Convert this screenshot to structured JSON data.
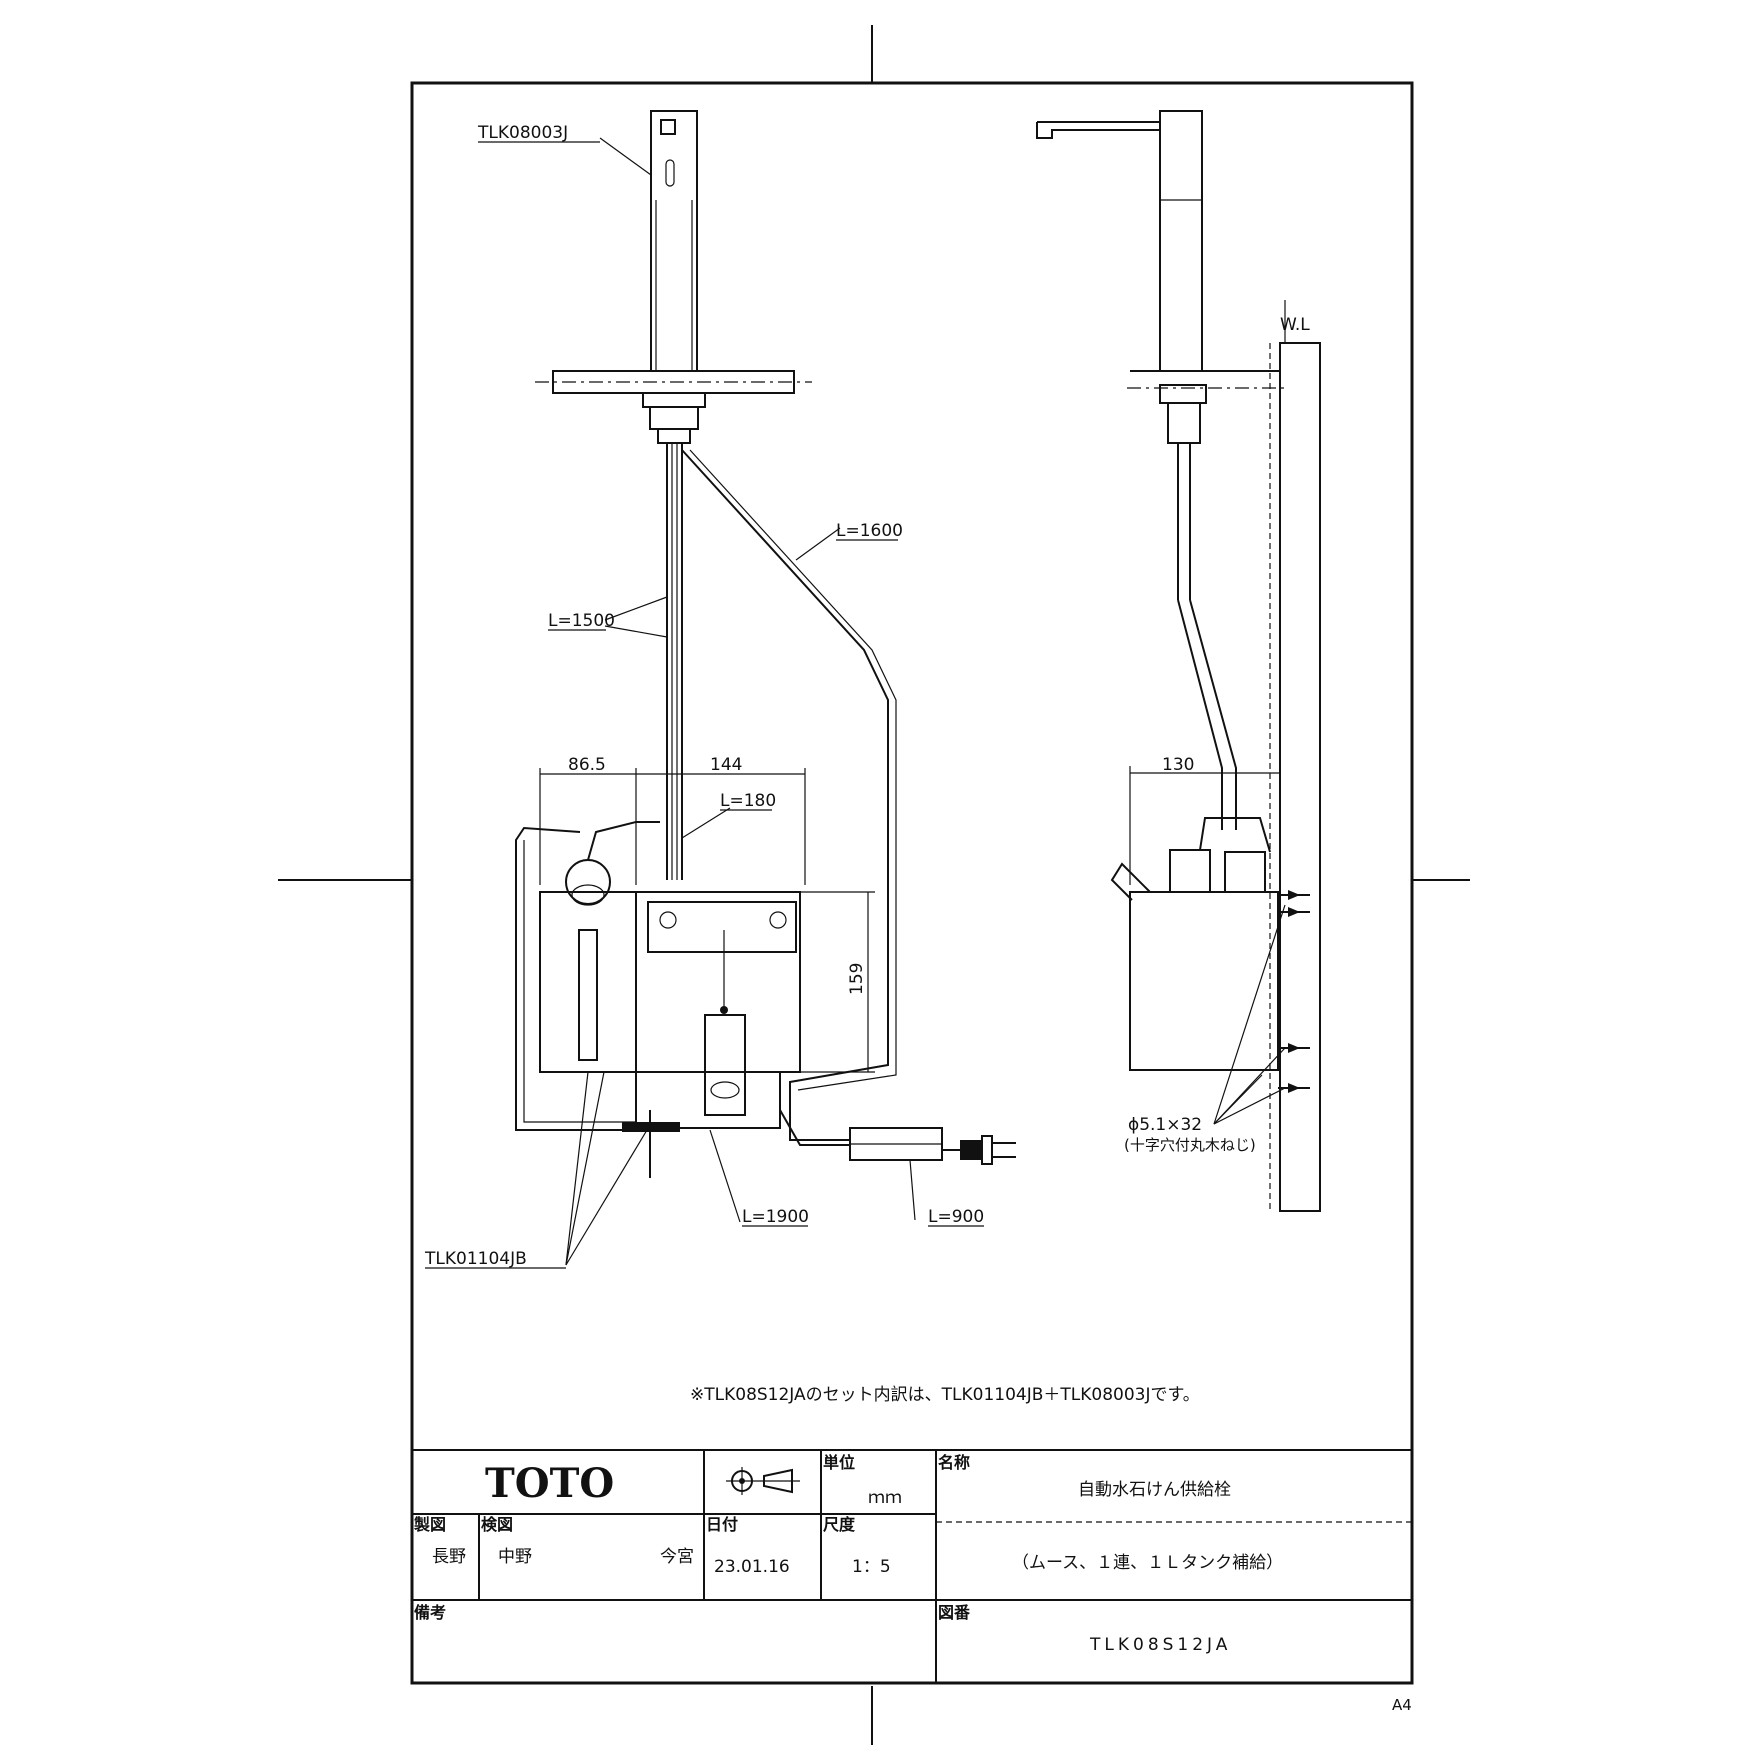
{
  "parts": {
    "spout": "TLK08003J",
    "tank": "TLK01104JB",
    "screws": "ϕ5.1×32",
    "screws_note": "(十字穴付丸木ねじ)",
    "wall_line": "W.L"
  },
  "dimensions": {
    "l1600": "L=1600",
    "l1500": "L=1500",
    "l180": "L=180",
    "l1900": "L=1900",
    "l900": "L=900",
    "d86_5": "86.5",
    "d144": "144",
    "d159": "159",
    "d130": "130"
  },
  "note": "※TLK08S12JAのセット内訳は、TLK01104JB＋TLK08003Jです。",
  "title_block": {
    "brand": "TOTO",
    "unit_label": "単位",
    "unit_value": "ｍｍ",
    "name_label": "名称",
    "name_line1": "自動水石けん供給栓",
    "name_line2": "（ムース、１連、１Ｌタンク補給）",
    "drawn_label": "製図",
    "drawn_by": "長野",
    "checked_label": "検図",
    "checked_by_1": "中野",
    "checked_by_2": "今宮",
    "date_label": "日付",
    "date_value": "23.01.16",
    "scale_label": "尺度",
    "scale_value": "1：5",
    "remarks_label": "備考",
    "drawing_no_label": "図番",
    "drawing_no": "TLK08S12JA"
  },
  "sheet_size": "A4"
}
